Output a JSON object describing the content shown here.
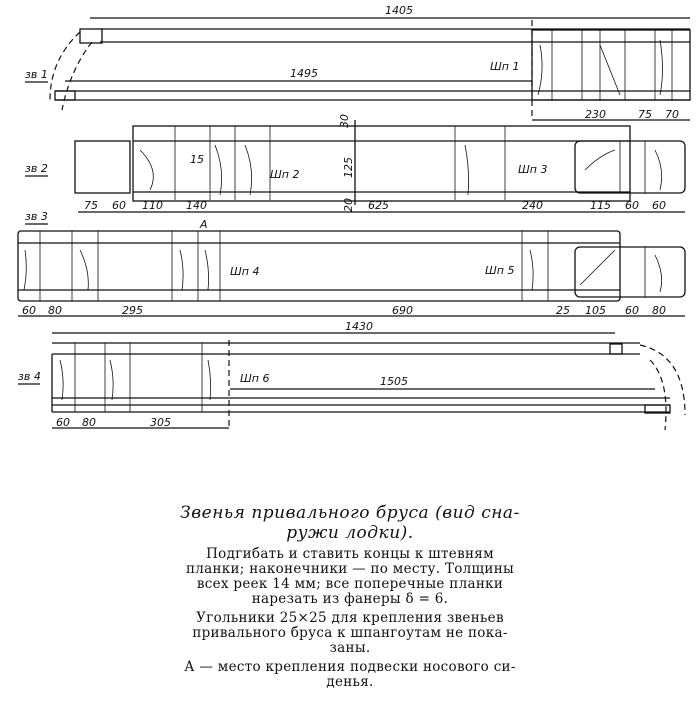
{
  "drawing": {
    "links": [
      {
        "label": "зв 1",
        "frame": "Шп 1",
        "dims": [
          "1405",
          "1495",
          "230",
          "75",
          "70"
        ]
      },
      {
        "label": "зв 2",
        "frames": [
          "Шп 2",
          "Шп 3"
        ],
        "dims": [
          "30",
          "125",
          "20",
          "15",
          "75",
          "60",
          "110",
          "140",
          "625",
          "240",
          "115",
          "60",
          "60"
        ]
      },
      {
        "label": "зв 3",
        "frames": [
          "Шп 4",
          "Шп 5"
        ],
        "mark": "А",
        "dims": [
          "60",
          "80",
          "295",
          "690",
          "25",
          "105",
          "60",
          "80"
        ]
      },
      {
        "label": "зв 4",
        "frame": "Шп 6",
        "dims": [
          "1430",
          "1505",
          "60",
          "80",
          "305"
        ]
      }
    ]
  },
  "caption": {
    "title_lines": [
      "Звенья привального бруса (вид сна-",
      "ружи лодки)."
    ],
    "paragraphs": [
      [
        "Подгибать и ставить концы к штевням",
        "планки; наконечники — по месту. Толщины",
        "всех реек 14 мм; все поперечные планки",
        "нарезать из фанеры δ = 6."
      ],
      [
        "Угольники 25×25 для крепления звеньев",
        "привального бруса к шпангоутам не пока-",
        "заны."
      ],
      [
        "А — место крепления подвески носового си-",
        "денья."
      ]
    ]
  }
}
